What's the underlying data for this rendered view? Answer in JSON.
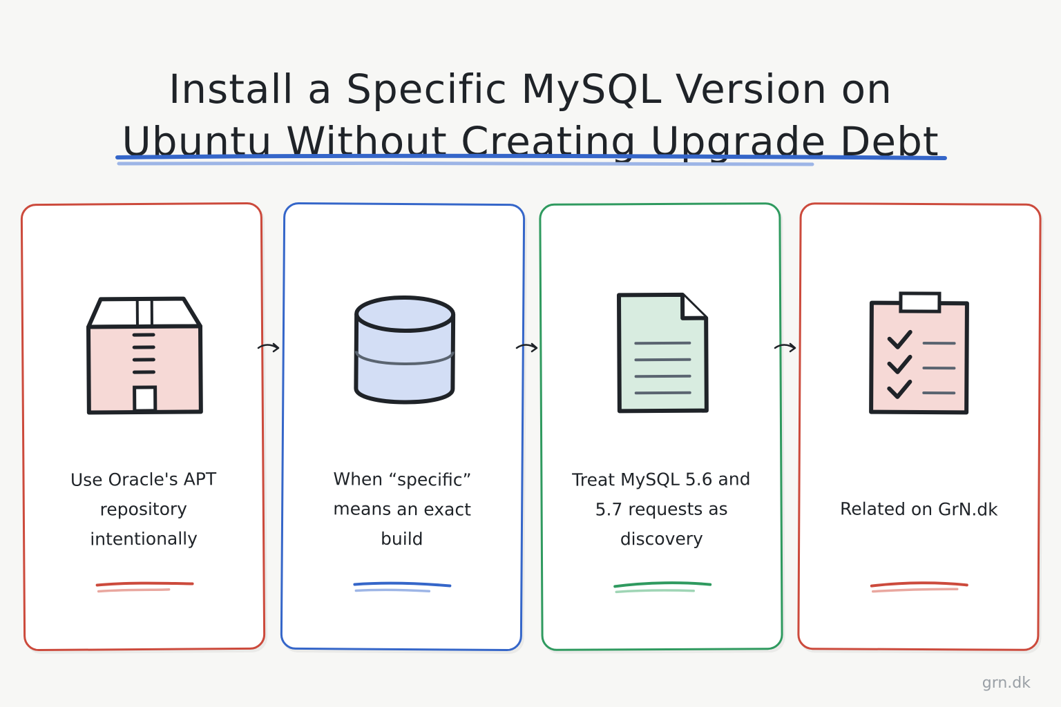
{
  "title": {
    "line1": "Install a Specific MySQL Version on",
    "line2": "Ubuntu Without Creating Upgrade Debt"
  },
  "cards": [
    {
      "icon": "package-box-icon",
      "label": "Use Oracle's APT repository intentionally",
      "accent": "#cc4a3c"
    },
    {
      "icon": "database-icon",
      "label": "When “specific” means an exact build",
      "accent": "#3566c9"
    },
    {
      "icon": "document-icon",
      "label": "Treat MySQL 5.6 and 5.7 requests as discovery",
      "accent": "#2f9a5f"
    },
    {
      "icon": "checklist-clipboard-icon",
      "label": "Related on GrN.dk",
      "accent": "#cc4a3c"
    }
  ],
  "footer": {
    "brand": "grn.dk"
  },
  "colors": {
    "red": "#cc4a3c",
    "blue": "#3566c9",
    "green": "#2f9a5f",
    "background": "#f7f7f5",
    "ink": "#1f2328"
  }
}
